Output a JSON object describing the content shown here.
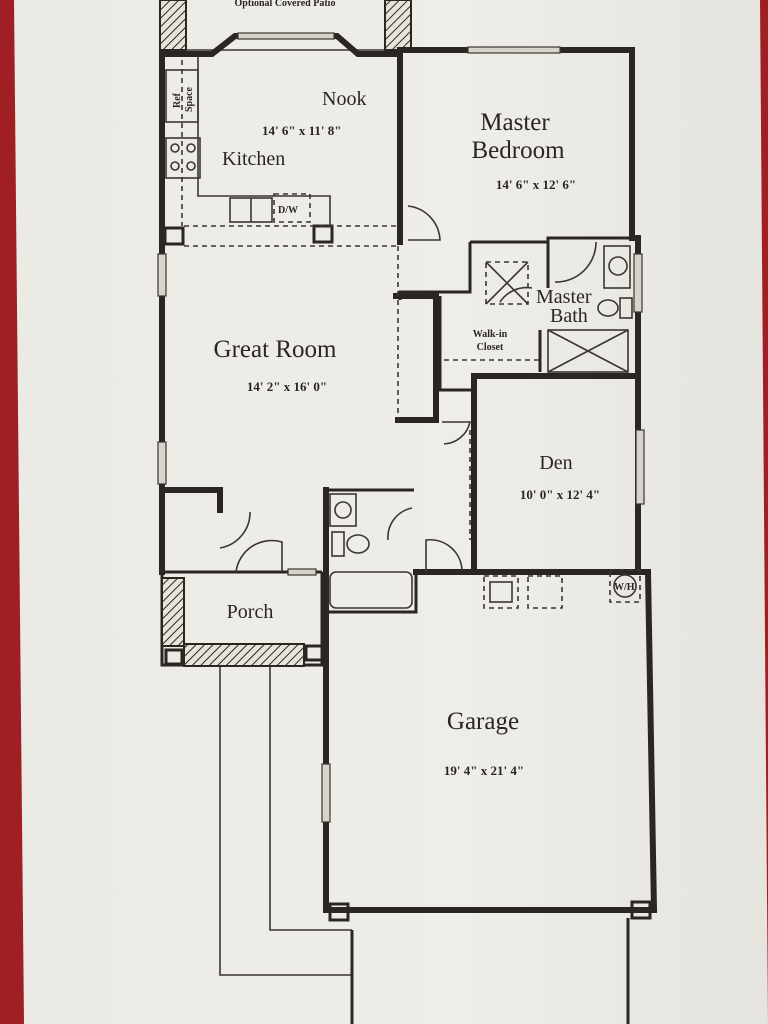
{
  "header_partial": "Optional Covered Patio",
  "rooms": {
    "nook": {
      "name": "Nook",
      "dims": "14' 6\" x 11' 8\""
    },
    "kitchen": {
      "name": "Kitchen"
    },
    "master_bedroom": {
      "name_line1": "Master",
      "name_line2": "Bedroom",
      "dims": "14' 6\" x 12' 6\""
    },
    "master_bath": {
      "name_line1": "Master",
      "name_line2": "Bath"
    },
    "walk_in_closet": {
      "name_line1": "Walk-in",
      "name_line2": "Closet"
    },
    "great_room": {
      "name": "Great Room",
      "dims": "14' 2\" x 16' 0\""
    },
    "den": {
      "name": "Den",
      "dims": "10' 0\" x 12' 4\""
    },
    "porch": {
      "name": "Porch"
    },
    "garage": {
      "name": "Garage",
      "dims": "19' 4\" x 21' 4\""
    }
  },
  "fixtures": {
    "ref_space_line1": "Ref",
    "ref_space_line2": "Space",
    "dishwasher": "D/W",
    "water_heater": "W/H"
  }
}
